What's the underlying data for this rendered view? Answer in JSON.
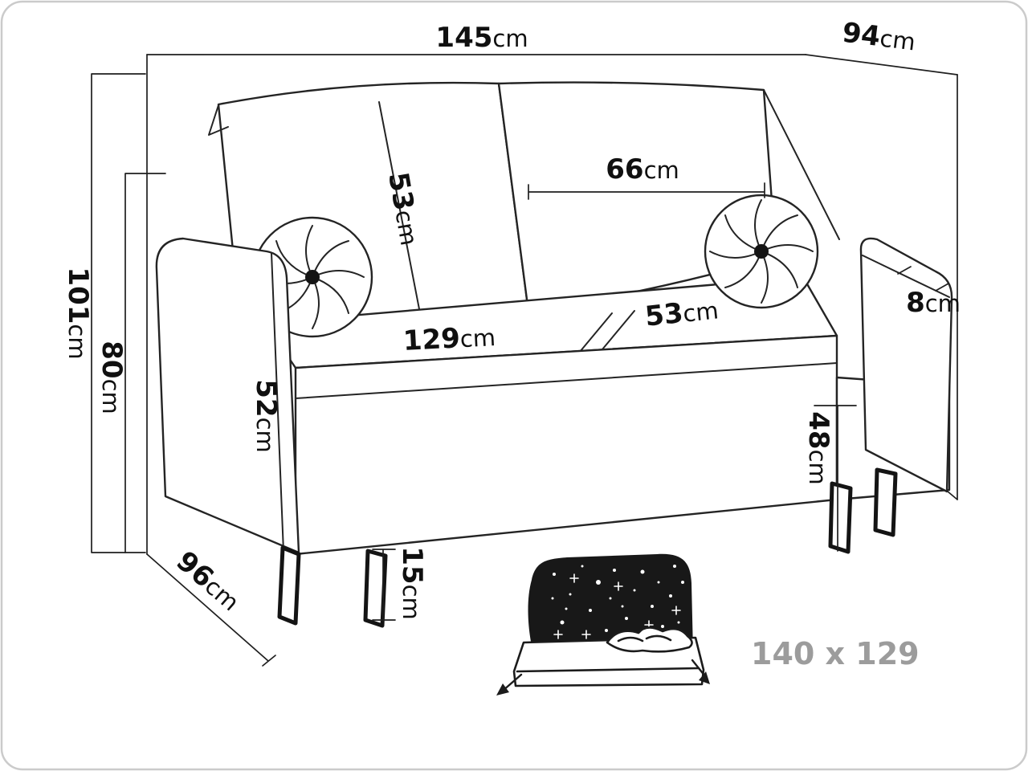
{
  "diagram": {
    "type": "furniture-dimension-drawing",
    "subject": "sofa-bed",
    "colors": {
      "ink": "#1f1f1f",
      "muted": "#9c9c9c"
    },
    "labels": {
      "width": {
        "value": "145",
        "unit": "cm"
      },
      "depth": {
        "value": "94",
        "unit": "cm"
      },
      "back_cushion_width": {
        "value": "66",
        "unit": "cm"
      },
      "back_cushion_height": {
        "value": "53",
        "unit": "cm"
      },
      "seat_depth": {
        "value": "53",
        "unit": "cm"
      },
      "armrest_width": {
        "value": "8",
        "unit": "cm"
      },
      "total_height": {
        "value": "101",
        "unit": "cm"
      },
      "backrest_height": {
        "value": "80",
        "unit": "cm"
      },
      "seat_width": {
        "value": "129",
        "unit": "cm"
      },
      "armrest_height": {
        "value": "52",
        "unit": "cm"
      },
      "seat_height": {
        "value": "48",
        "unit": "cm"
      },
      "leg_height": {
        "value": "15",
        "unit": "cm"
      },
      "base_depth": {
        "value": "96",
        "unit": "cm"
      }
    },
    "bed": {
      "sleeping_area": "140 x 129"
    }
  }
}
